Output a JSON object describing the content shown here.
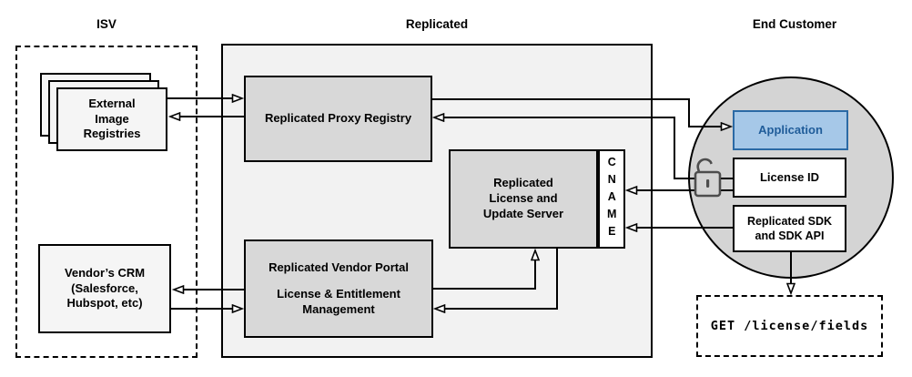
{
  "headers": {
    "isv": "ISV",
    "replicated": "Replicated",
    "end_customer": "End Customer"
  },
  "isv": {
    "registries_label": "External\nImage\nRegistries",
    "crm_label": "Vendor’s CRM\n(Salesforce,\nHubspot, etc)"
  },
  "replicated": {
    "proxy_registry_label": "Replicated Proxy Registry",
    "license_update_server_label": "Replicated\nLicense and\nUpdate Server",
    "cname_label": "CNAME",
    "vendor_portal_title": "Replicated Vendor Portal",
    "vendor_portal_subtitle": "License & Entitlement\nManagement"
  },
  "end_customer": {
    "application_label": "Application",
    "license_id_label": "License ID",
    "sdk_label": "Replicated SDK\nand SDK API",
    "get_request_label": "GET /license/fields"
  },
  "icons": {
    "unlock_icon": "open-padlock"
  },
  "colors": {
    "outer_fill": "#f2f2f2",
    "light_fill": "#f5f5f5",
    "gray_fill": "#d8d8d8",
    "circle_fill": "#d4d4d4",
    "application_fill": "#a6c8e8",
    "application_accent": "#1f5c99",
    "line": "#000000",
    "lock": "#4d4d4d"
  }
}
